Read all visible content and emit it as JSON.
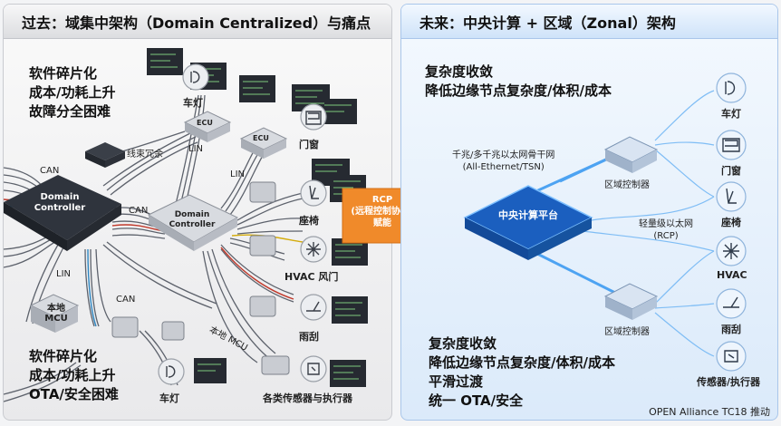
{
  "left": {
    "title": "过去：域集中架构（Domain Centralized）与痛点",
    "pain_top": [
      "软件碎片化",
      "成本/功耗上升",
      "故障分全困难"
    ],
    "pain_bottom": [
      "软件碎片化",
      "成本/功耗上升",
      "OTA/安全困难"
    ],
    "domain_controller_1": "Domain Controller",
    "domain_controller_2": "Domain Controller",
    "local_mcu": "本地 MCU",
    "ecu_1": "ECU",
    "ecu_2": "ECU",
    "harness_label": "线束冗余",
    "local_mcu_label": "本地 MCU",
    "bus_labels": {
      "can_1": "CAN",
      "can_2": "CAN",
      "can_3": "CAN",
      "lin_1": "LIN",
      "lin_2": "LIN",
      "lin_3": "LIN"
    },
    "devices": {
      "headlight_top": "车灯",
      "door": "门窗",
      "seat": "座椅",
      "hvac": "HVAC 风门",
      "wiper": "雨刮",
      "headlight_bottom": "车灯",
      "sensors": "各类传感器与执行器"
    }
  },
  "arrow": {
    "title": "RCP",
    "subtitle": "(远程控制协议)",
    "caption": "赋能"
  },
  "right": {
    "title": "未来：中央计算 + 区域（Zonal）架构",
    "benefit_top": [
      "复杂度收敛",
      "降低边缘节点复杂度/体积/成本"
    ],
    "benefit_bottom": [
      "复杂度收敛",
      "降低边缘节点复杂度/体积/成本",
      "平滑过渡",
      "统一 OTA/安全"
    ],
    "backbone": [
      "千兆/多千兆以太网骨干网",
      "(All-Ethernet/TSN)"
    ],
    "central": "中央计算平台",
    "zone_top": "区域控制器",
    "zone_bottom": "区域控制器",
    "light_ethernet": [
      "轻量级以太网",
      "(RCP)"
    ],
    "devices": {
      "headlight": "车灯",
      "door": "门窗",
      "seat": "座椅",
      "hvac": "HVAC",
      "wiper": "雨刮",
      "sensors": "传感器/执行器"
    }
  },
  "footer": "OPEN Alliance TC18 推动",
  "colors": {
    "accent_orange": "#f08a2a",
    "accent_blue": "#1f7fe0",
    "chip_dark": "#3d4350",
    "cable_left": "#5a5f69"
  }
}
